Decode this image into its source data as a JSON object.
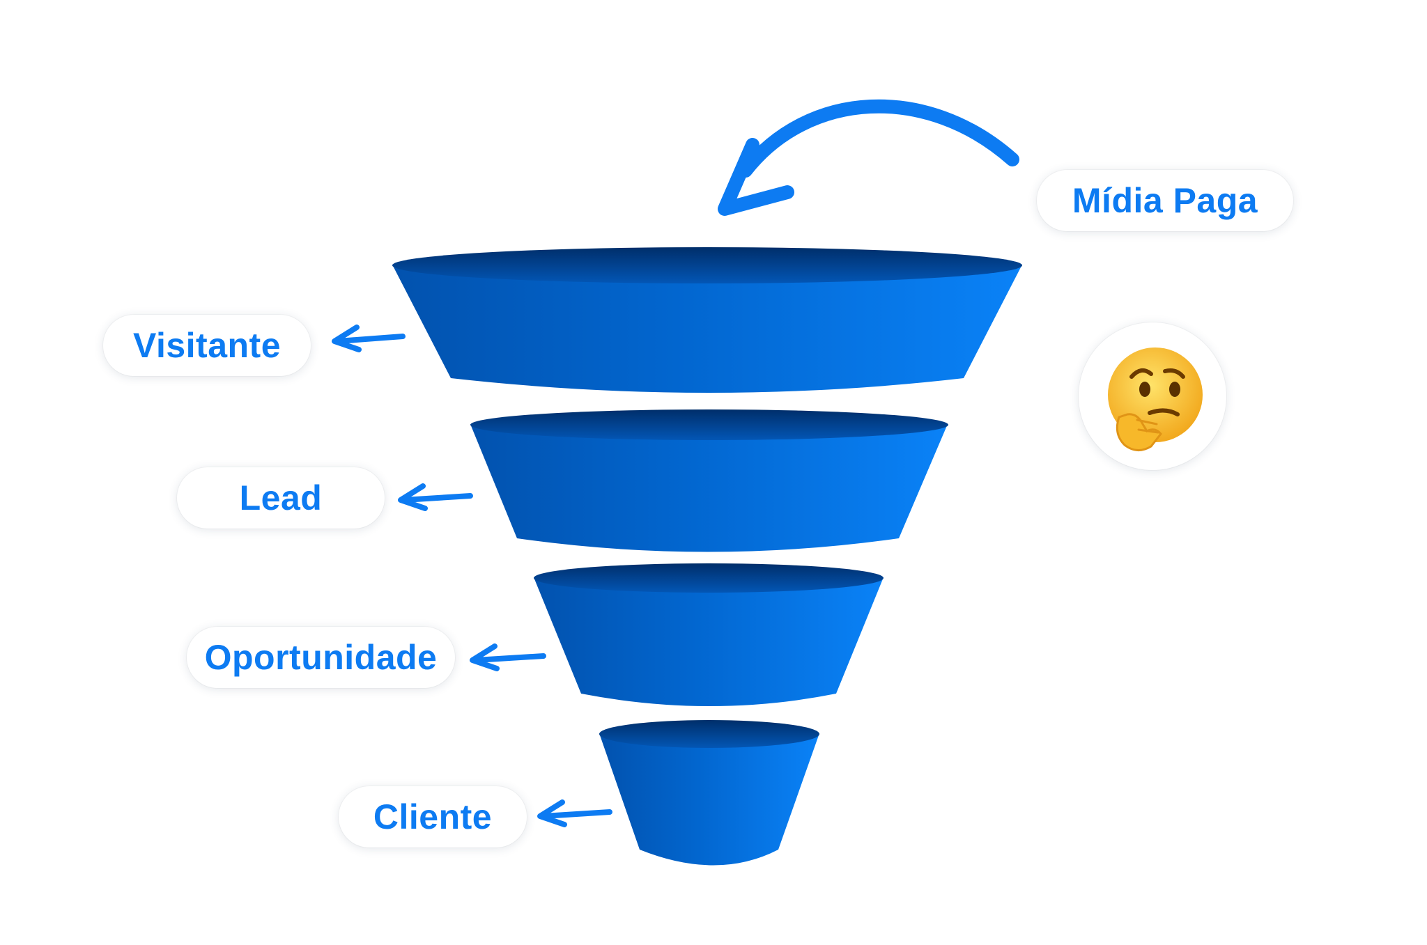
{
  "colors": {
    "accent": "#0d7bf2",
    "funnel_dark": "#0258b8",
    "funnel_light": "#0a80f5",
    "funnel_inner": "#01438f",
    "emoji_face": "#f9c534"
  },
  "source": {
    "label": "Mídia Paga",
    "arrow_icon": "curved-arrow-icon"
  },
  "emoji": {
    "icon": "thinking-face-icon"
  },
  "stages": [
    {
      "label": "Visitante",
      "icon": "arrow-left-icon"
    },
    {
      "label": "Lead",
      "icon": "arrow-left-icon"
    },
    {
      "label": "Oportunidade",
      "icon": "arrow-left-icon"
    },
    {
      "label": "Cliente",
      "icon": "arrow-left-icon"
    }
  ]
}
